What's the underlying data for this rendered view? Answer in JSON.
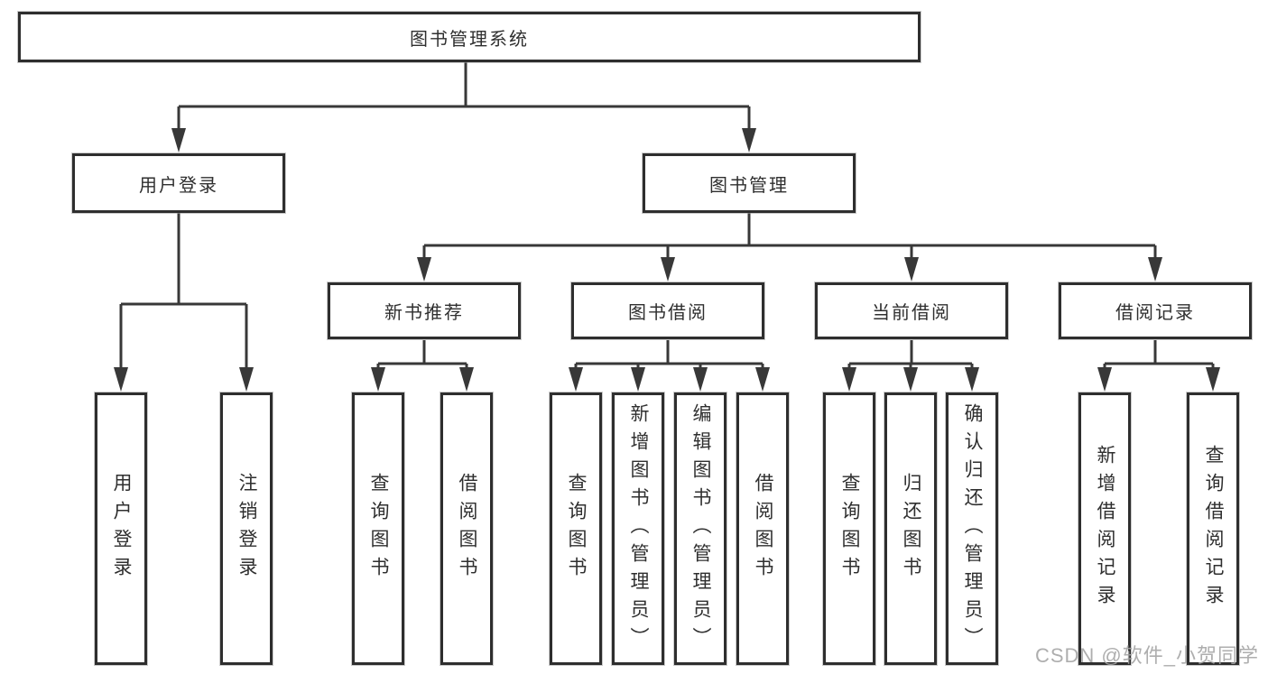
{
  "colors": {
    "background": "#ffffff",
    "box_border": "#2e2e2e",
    "connector_line": "#383838",
    "text": "#2f2f2f",
    "watermark": "#a5a5a5"
  },
  "diagram": {
    "root": {
      "label": "图书管理系统"
    },
    "level2": [
      {
        "label": "用户登录"
      },
      {
        "label": "图书管理"
      }
    ],
    "level3": [
      {
        "label": "新书推荐"
      },
      {
        "label": "图书借阅"
      },
      {
        "label": "当前借阅"
      },
      {
        "label": "借阅记录"
      }
    ],
    "leaves": [
      {
        "label": "用户登录"
      },
      {
        "label": "注销登录"
      },
      {
        "label": "查询图书"
      },
      {
        "label": "借阅图书"
      },
      {
        "label": "查询图书"
      },
      {
        "label": "新增图书（管理员）"
      },
      {
        "label": "编辑图书（管理员）"
      },
      {
        "label": "借阅图书"
      },
      {
        "label": "查询图书"
      },
      {
        "label": "归还图书"
      },
      {
        "label": "确认归还（管理员）"
      },
      {
        "label": "新增借阅记录"
      },
      {
        "label": "查询借阅记录"
      }
    ]
  },
  "watermark": {
    "text": "CSDN @软件_小贺同学"
  }
}
